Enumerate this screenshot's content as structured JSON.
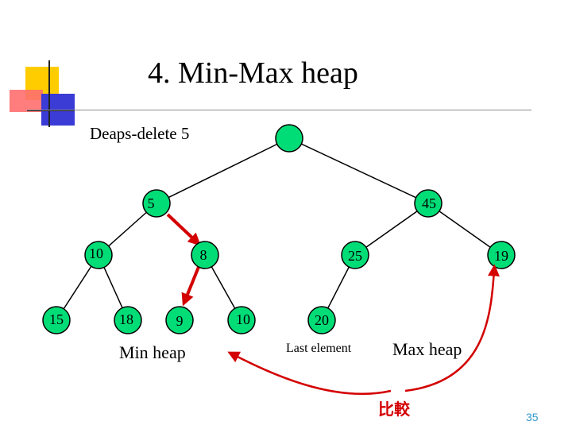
{
  "slide": {
    "title": "4. Min-Max heap",
    "subtitle": "Deaps-delete 5",
    "page_number": "35"
  },
  "colors": {
    "node_fill": "#00dd77",
    "arrow": "#d40000",
    "deco_yellow": "#ffcc00",
    "deco_pink": "#ff6f6f",
    "deco_blue": "#3b3bd6",
    "page_number": "#3399cc"
  },
  "tree": {
    "root": "",
    "level1": [
      "5",
      "45"
    ],
    "level2": [
      "10",
      "8",
      "25",
      "19"
    ],
    "level3": [
      "15",
      "18",
      "9",
      "10",
      "20"
    ]
  },
  "labels": {
    "min_heap": "Min heap",
    "max_heap": "Max heap",
    "last_element": "Last element",
    "compare": "比較"
  }
}
